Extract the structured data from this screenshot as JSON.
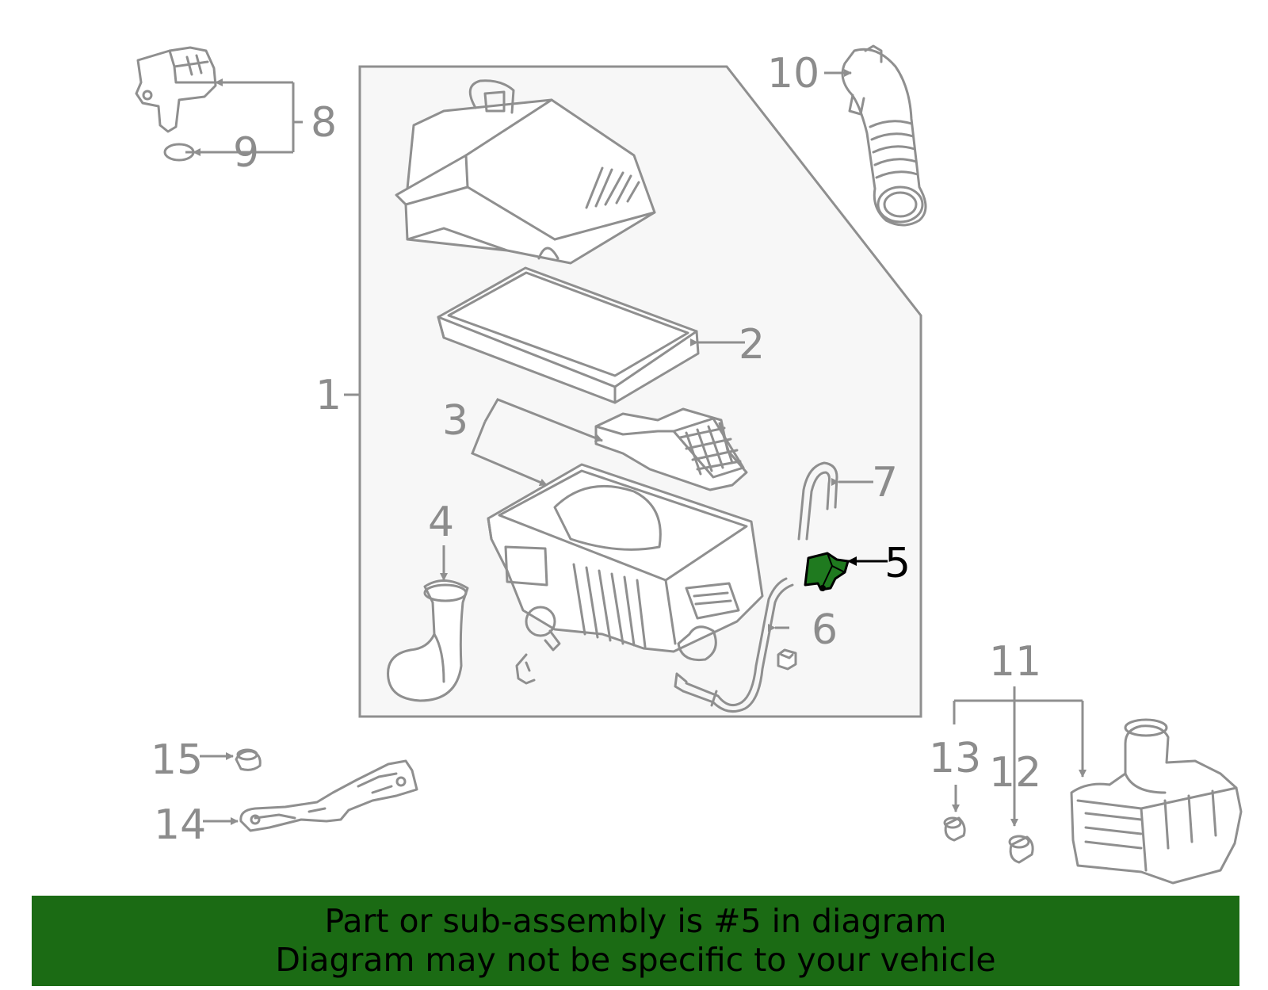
{
  "diagram": {
    "callouts": {
      "c1": "1",
      "c2": "2",
      "c3": "3",
      "c4": "4",
      "c5": "5",
      "c6": "6",
      "c7": "7",
      "c8": "8",
      "c9": "9",
      "c10": "10",
      "c11": "11",
      "c12": "12",
      "c13": "13",
      "c14": "14",
      "c15": "15"
    },
    "highlighted_part": "5",
    "colors": {
      "line": "#8f8f8f",
      "assembly_fill": "#f7f7f7",
      "highlight": "#1f7a1f",
      "banner": "#1b6b14"
    }
  },
  "banner": {
    "line1": "Part or sub-assembly is #5 in diagram",
    "line2": "Diagram may not be specific to your vehicle"
  }
}
